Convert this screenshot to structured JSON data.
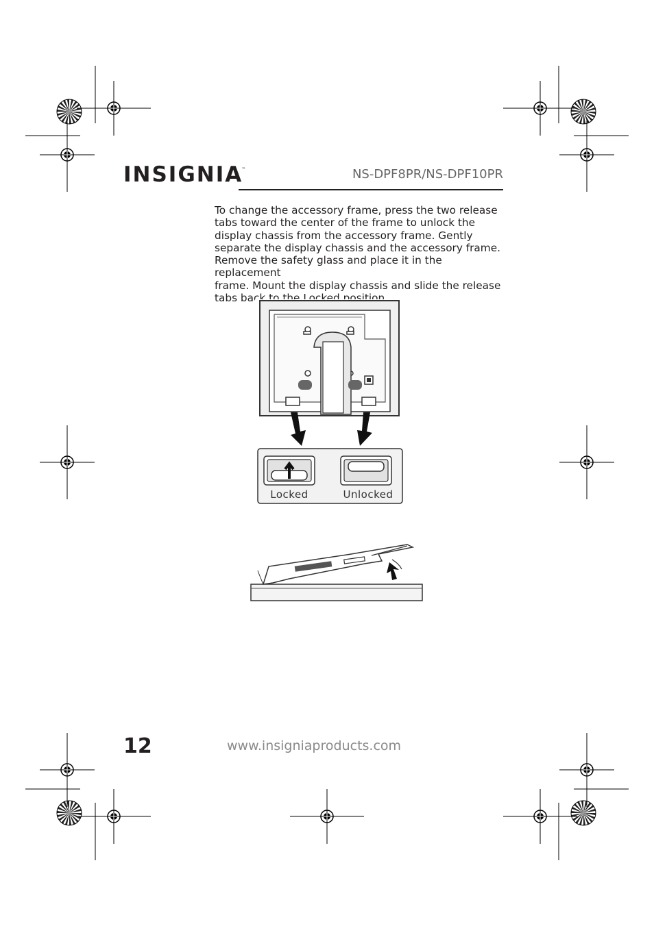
{
  "header": {
    "logo_text": "INSIGNIA",
    "logo_tm": "™",
    "model": "NS-DPF8PR/NS-DPF10PR"
  },
  "body": {
    "paragraph": "To change the accessory frame, press the two release\ntabs toward the center of the frame to unlock the\ndisplay chassis from the accessory frame.  Gently\nseparate the display chassis and the accessory frame.\nRemove the safety glass and place it in the replacement\nframe. Mount the display chassis and slide the release\ntabs back to the Locked position."
  },
  "figure": {
    "locked_label": "Locked",
    "unlocked_label": "Unlocked"
  },
  "footer": {
    "page_number": "12",
    "url": "www.insigniaproducts.com"
  }
}
